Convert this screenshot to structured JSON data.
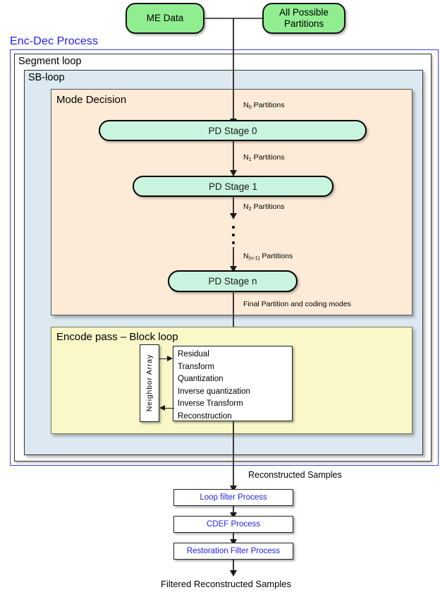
{
  "inputs": {
    "me_data": "ME Data",
    "all_possible_partitions": "All Possible\nPartitions"
  },
  "encdec": {
    "label": "Enc-Dec Process",
    "border_color": "#4040F0"
  },
  "segment_loop": {
    "title": "Segment loop"
  },
  "sb_loop": {
    "title": "SB-loop",
    "bg": "#DCE9F1"
  },
  "mode_decision": {
    "title": "Mode Decision",
    "bg": "#FDEBD7",
    "stages": [
      {
        "label": "PD Stage 0"
      },
      {
        "label": "PD Stage 1"
      },
      {
        "label": "PD Stage n"
      }
    ],
    "edge_labels": {
      "n0": "N",
      "n0_sub": "0",
      "n0_tail": " Partitions",
      "n1": "N",
      "n1_sub": "1",
      "n1_tail": " Partitions",
      "n2": "N",
      "n2_sub": "2",
      "n2_tail": " Partitions",
      "nn": "N",
      "nn_sub": "(n-1)",
      "nn_tail": " Partitions",
      "final": "Final Partition and coding modes"
    }
  },
  "encode_pass": {
    "title": "Encode pass – Block loop",
    "bg": "#FAF7C8",
    "neighbor_array": "Neighbor Array",
    "steps": [
      "Residual",
      "Transform",
      "Quantization",
      "Inverse quantization",
      "Inverse Transform",
      "Reconstruction"
    ]
  },
  "post": {
    "reconstructed_label": "Reconstructed Samples",
    "filters": [
      {
        "label": "Loop filter Process"
      },
      {
        "label": "CDEF Process"
      },
      {
        "label": "Restoration Filter Process"
      }
    ],
    "output_label": "Filtered Reconstructed Samples",
    "filter_text_color": "#2222EE"
  }
}
